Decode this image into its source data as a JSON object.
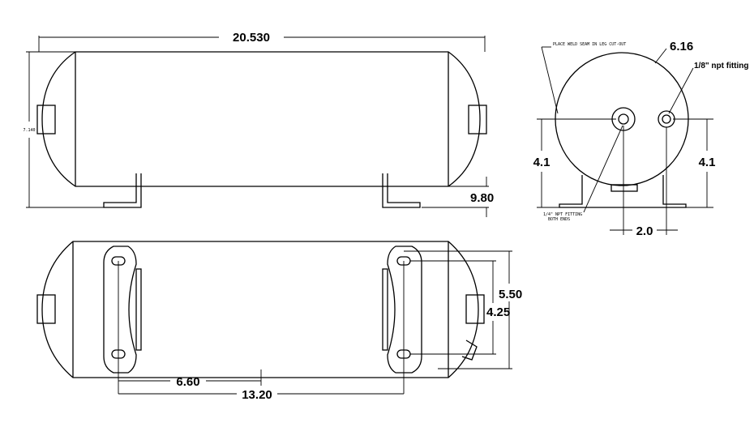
{
  "dimensions": {
    "overall_length": "20.530",
    "overall_height": "7.140",
    "foot_height": "9.80",
    "end_view_diameter": "6.16",
    "fitting_height_left": "4.1",
    "fitting_height_right": "4.1",
    "fitting_offset": "2.0",
    "slot_span_outer": "5.50",
    "slot_span_inner": "4.25",
    "half_mount_spacing": "6.60",
    "mount_spacing": "13.20"
  },
  "notes": {
    "weld_seam": "PLACE WELD SEAM IN LEG CUT-OUT",
    "npt_fitting": "1/8\" npt fitting",
    "end_fitting_line1": "1/4\" NPT FITTING",
    "end_fitting_line2": "BOTH ENDS"
  },
  "colors": {
    "line": "#000000",
    "background": "#ffffff"
  }
}
